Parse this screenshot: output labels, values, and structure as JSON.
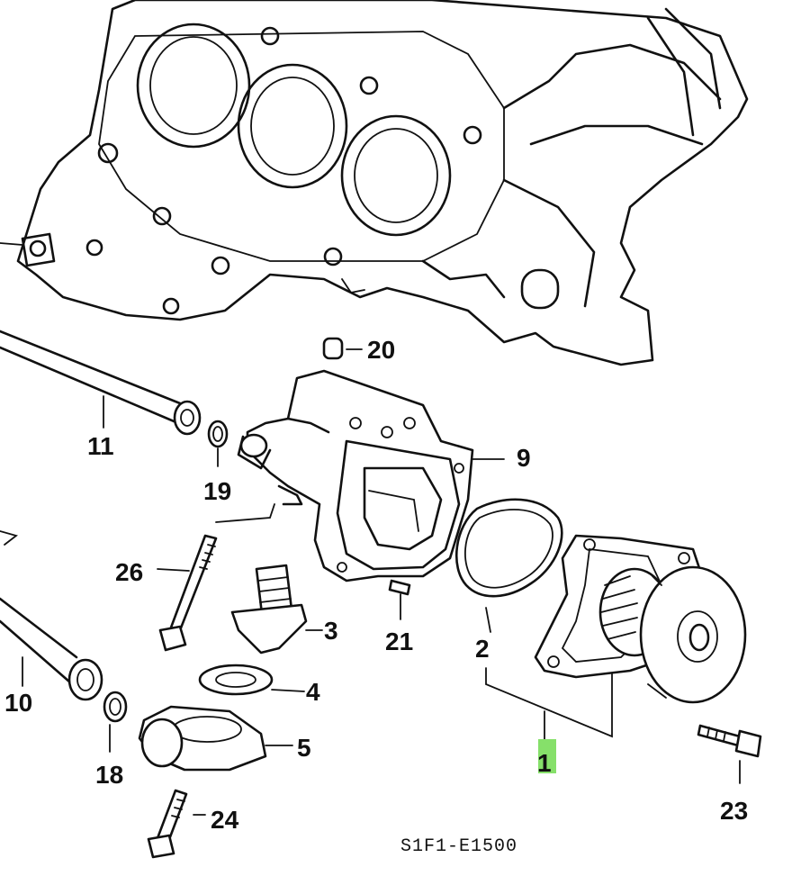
{
  "diagram": {
    "code": "S1F1-E1500",
    "highlight_color": "#86e06a",
    "parts": [
      {
        "id": "p1",
        "label": "1",
        "highlighted": true
      },
      {
        "id": "p2",
        "label": "2"
      },
      {
        "id": "p3",
        "label": "3"
      },
      {
        "id": "p4",
        "label": "4"
      },
      {
        "id": "p5",
        "label": "5"
      },
      {
        "id": "p9",
        "label": "9"
      },
      {
        "id": "p10",
        "label": "10"
      },
      {
        "id": "p11",
        "label": "11"
      },
      {
        "id": "p18",
        "label": "18"
      },
      {
        "id": "p19",
        "label": "19"
      },
      {
        "id": "p20",
        "label": "20"
      },
      {
        "id": "p21",
        "label": "21"
      },
      {
        "id": "p23",
        "label": "23"
      },
      {
        "id": "p24",
        "label": "24"
      },
      {
        "id": "p26",
        "label": "26"
      }
    ]
  }
}
